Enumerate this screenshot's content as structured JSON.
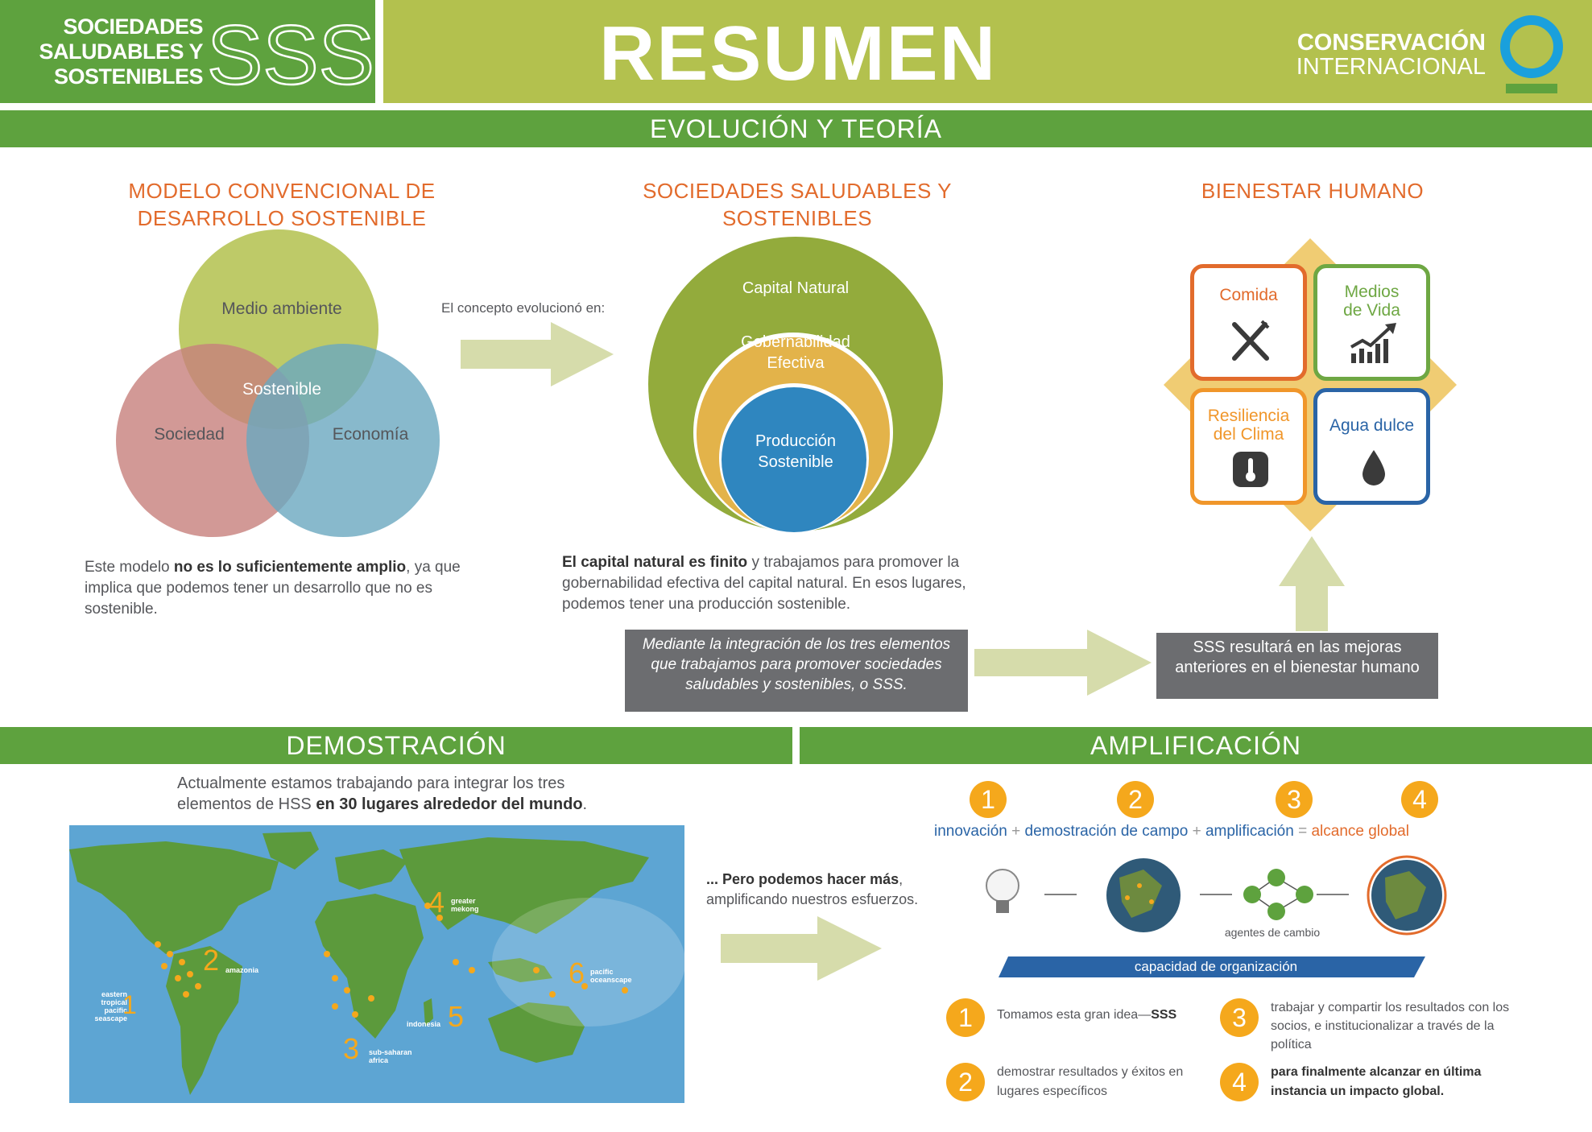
{
  "header": {
    "brand_line1": "SOCIEDADES",
    "brand_line2": "SALUDABLES Y",
    "brand_line3": "SOSTENIBLES",
    "brand_acronym": "SSS",
    "title": "RESUMEN",
    "org_line1": "CONSERVACIÓN",
    "org_line2": "INTERNACIONAL"
  },
  "evolucion": {
    "bar": "EVOLUCIÓN Y TEORÍA",
    "conventional": {
      "heading_line1": "MODELO CONVENCIONAL DE",
      "heading_line2": "DESARROLLO SOSTENIBLE",
      "venn": [
        "Medio ambiente",
        "Sociedad",
        "Economía",
        "Sostenible"
      ],
      "text_a": "Este modelo ",
      "text_b": "no es lo suficientemente amplio",
      "text_c": ", ya que implica que podemos tener un desarrollo que no es sostenible."
    },
    "arrow_label": "El concepto evolucionó en:",
    "sss": {
      "heading_line1": "SOCIEDADES SALUDABLES Y",
      "heading_line2": "SOSTENIBLES",
      "circles": [
        "Capital Natural",
        "Gobernabilidad",
        "Efectiva",
        "Producción",
        "Sostenible"
      ],
      "text_a": "El capital natural es finito",
      "text_b": " y trabajamos para promover la gobernabilidad efectiva del capital natural. En esos lugares, podemos tener una producción sostenible.",
      "box_line1": "Mediante la integración de los tres elementos",
      "box_line2": "que trabajamos para promover sociedades",
      "box_line3": "saludables y sostenibles, o SSS."
    },
    "bienestar": {
      "heading": "BIENESTAR HUMANO",
      "tiles": [
        {
          "line1": "Comida",
          "line2": "",
          "color": "#e26b2c"
        },
        {
          "line1": "Medios",
          "line2": "de Vida",
          "color": "#6ea743"
        },
        {
          "line1": "Resiliencia",
          "line2": "del Clima",
          "color": "#f0962a"
        },
        {
          "line1": "Agua dulce",
          "line2": "",
          "color": "#2a64a6"
        }
      ],
      "box_line1": "SSS resultará en las mejoras",
      "box_line2": "anteriores en el bienestar humano"
    }
  },
  "demostracion": {
    "bar": "DEMOSTRACIÓN",
    "text_a": "Actualmente estamos trabajando para integrar los tres elementos de HSS ",
    "text_b": "en 30 lugares alrededor del mundo",
    "text_c": ".",
    "regions": [
      {
        "num": "1",
        "label_lines": [
          "eastern",
          "tropical",
          "pacific",
          "seascape"
        ]
      },
      {
        "num": "2",
        "label_lines": [
          "amazonia"
        ]
      },
      {
        "num": "3",
        "label_lines": [
          "sub-saharan",
          "africa"
        ]
      },
      {
        "num": "4",
        "label_lines": [
          "greater",
          "mekong"
        ]
      },
      {
        "num": "5",
        "label_lines": [
          "indonesia"
        ]
      },
      {
        "num": "6",
        "label_lines": [
          "pacific",
          "oceanscape"
        ]
      }
    ],
    "more_a": "... Pero podemos hacer más",
    "more_b": ", amplificando nuestros esfuerzos."
  },
  "amplificacion": {
    "bar": "AMPLIFICACIÓN",
    "steps": [
      "1",
      "2",
      "3",
      "4"
    ],
    "eq_terms": [
      "innovación",
      "demostración de campo",
      "amplificación",
      "alcance global"
    ],
    "eq_ops": [
      "+",
      "+",
      "="
    ],
    "agents_label": "agentes de cambio",
    "capacity_label": "capacidad de organización",
    "explain": [
      {
        "num": "1",
        "text": "Tomamos esta gran idea—",
        "bold": "SSS"
      },
      {
        "num": "2",
        "text": "demostrar resultados y éxitos en lugares específicos",
        "bold": ""
      },
      {
        "num": "3",
        "text": "trabajar y compartir los resultados con los socios, e institucionalizar a través de la política",
        "bold": ""
      },
      {
        "num": "4",
        "text": "",
        "bold": "para finalmente alcanzar en última instancia un impacto global."
      }
    ]
  },
  "colors": {
    "green": "#5ea23e",
    "olive": "#b3c14e",
    "orange": "#e26b2c",
    "yellow": "#f5a81c",
    "blue": "#2a64a6",
    "gray": "#6c6d70"
  }
}
